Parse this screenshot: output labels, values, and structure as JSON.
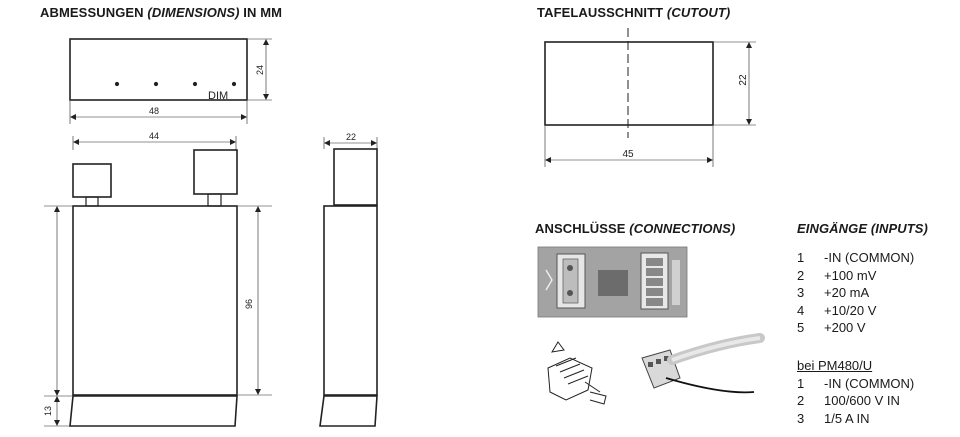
{
  "headings": {
    "dimensions": {
      "main": "ABMESSUNGEN ",
      "italic": "(DIMENSIONS)",
      "tail": " IN MM"
    },
    "cutout": {
      "main": "TAFELAUSSCHNITT ",
      "italic": "(CUTOUT)"
    },
    "connections": {
      "main": "ANSCHLÜSSE ",
      "italic": "(CONNECTIONS)"
    },
    "inputs": {
      "main": "EINGÄNGE ",
      "italic": "(INPUTS)"
    }
  },
  "dimensions": {
    "front_height": "24",
    "front_width": "48",
    "front_label": "DIM",
    "body_width": "44",
    "side_width": "22",
    "body_height": "96",
    "bezel_height": "13",
    "cutout_width": "45",
    "cutout_height": "22"
  },
  "inputs": [
    {
      "num": "1",
      "label": "-IN (COMMON)"
    },
    {
      "num": "2",
      "label": "+100 mV"
    },
    {
      "num": "3",
      "label": "+20 mA"
    },
    {
      "num": "4",
      "label": "+10/20 V"
    },
    {
      "num": "5",
      "label": "+200 V"
    }
  ],
  "variant": {
    "title": "bei PM480/U",
    "items": [
      {
        "num": "1",
        "label": "-IN (COMMON)"
      },
      {
        "num": "2",
        "label": "100/600 V IN"
      },
      {
        "num": "3",
        "label": "1/5 A IN"
      }
    ]
  },
  "colors": {
    "line": "#222222",
    "board": "#9a9a9a",
    "board_dark": "#5c5c5c"
  }
}
